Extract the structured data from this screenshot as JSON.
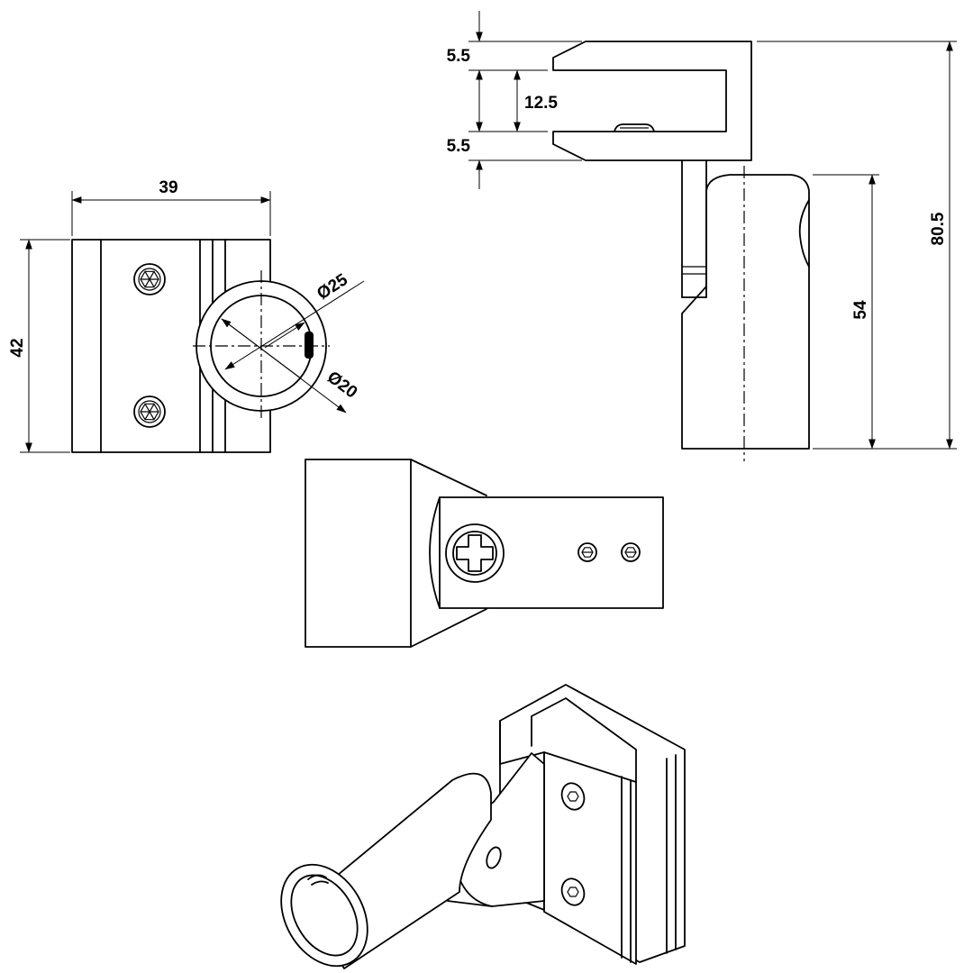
{
  "dimensions": {
    "front_width": "39",
    "front_height": "42",
    "outer_diameter": "Ø25",
    "inner_diameter": "Ø20",
    "clamp_top_wall": "5.5",
    "glass_gap": "12.5",
    "clamp_bottom_wall": "5.5",
    "tube_length": "54",
    "overall_height": "80.5"
  },
  "icons": {
    "hex_screw": "hex-socket-screw-icon",
    "phillips_screw": "phillips-screw-icon"
  }
}
